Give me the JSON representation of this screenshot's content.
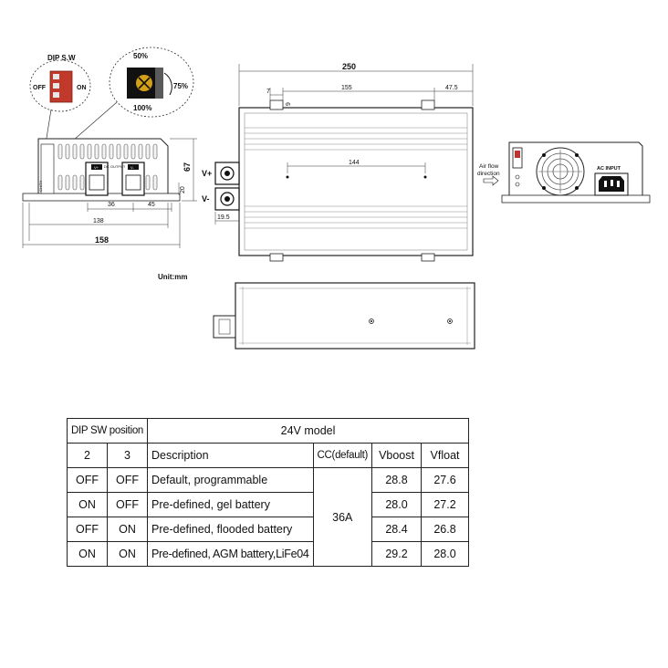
{
  "drawing": {
    "dip_title": "DIP S.W",
    "dip_off": "OFF",
    "dip_on": "ON",
    "pot_top": "50%",
    "pot_right": "75%",
    "pot_bottom": "100%",
    "front": {
      "height_67": "67",
      "height_20": "20",
      "width_36": "36",
      "width_45": "45",
      "width_138": "138",
      "width_158": "158",
      "v_plus_tag": "V+",
      "dc_output": "DC OUTPUT",
      "v_minus_tag": "V-",
      "side_label": "CH/TH"
    },
    "top_view": {
      "length_250": "250",
      "dim_7": "7",
      "dim_155": "155",
      "dim_47_5": "47.5",
      "dim_9": "9",
      "dim_144": "144",
      "dim_19_5": "19.5",
      "v_plus": "V+",
      "v_minus": "V-"
    },
    "rear": {
      "airflow_line1": "Air flow",
      "airflow_line2": "direction",
      "ac_input": "AC INPUT"
    },
    "unit": "Unit:mm"
  },
  "table": {
    "header_dip": "DIP SW position",
    "header_model": "24V model",
    "col_2": "2",
    "col_3": "3",
    "col_desc": "Description",
    "col_cc": "CC(default)",
    "col_vboost": "Vboost",
    "col_vfloat": "Vfloat",
    "cc_value": "36A",
    "rows": [
      {
        "sw2": "OFF",
        "sw3": "OFF",
        "desc": "Default, programmable",
        "vboost": "28.8",
        "vfloat": "27.6"
      },
      {
        "sw2": "ON",
        "sw3": "OFF",
        "desc": "Pre-defined, gel battery",
        "vboost": "28.0",
        "vfloat": "27.2"
      },
      {
        "sw2": "OFF",
        "sw3": "ON",
        "desc": "Pre-defined, flooded battery",
        "vboost": "28.4",
        "vfloat": "26.8"
      },
      {
        "sw2": "ON",
        "sw3": "ON",
        "desc": "Pre-defined, AGM battery,LiFe04",
        "vboost": "29.2",
        "vfloat": "28.0"
      }
    ]
  }
}
